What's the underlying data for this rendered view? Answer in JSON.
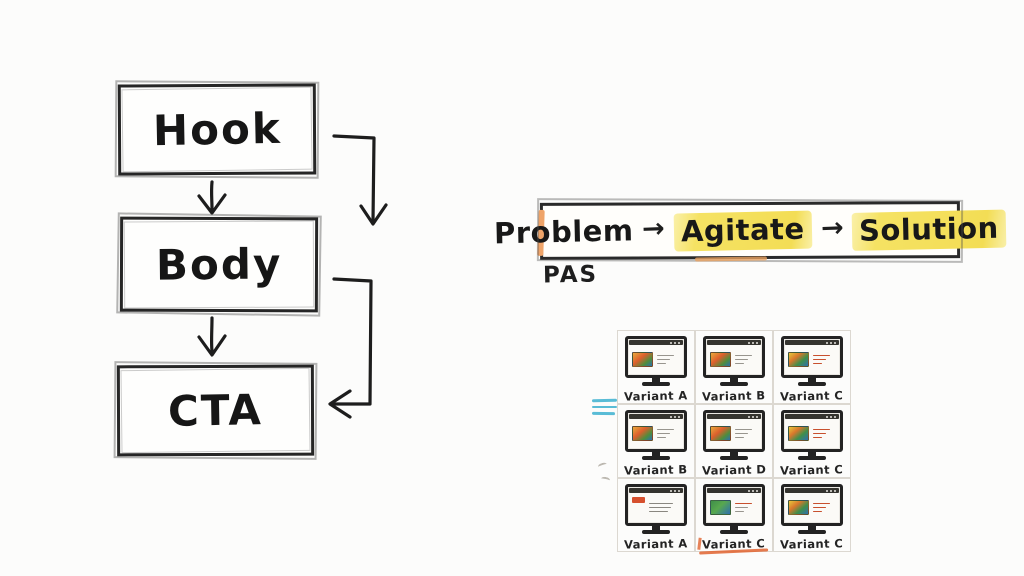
{
  "canvas": {
    "background": "#fcfcfb",
    "ink_color": "#1e1e1e"
  },
  "flowchart": {
    "boxes": [
      {
        "label": "Hook"
      },
      {
        "label": "Body"
      },
      {
        "label": "CTA"
      }
    ]
  },
  "pas_formula": {
    "caption": "PAS",
    "arrow_glyph": "→",
    "words": [
      {
        "text": "Problem",
        "highlighted": false
      },
      {
        "text": "Agitate",
        "highlighted": true
      },
      {
        "text": "Solution",
        "highlighted": true
      }
    ],
    "highlight_color": "#f5e263",
    "accent_color": "#efa469"
  },
  "variant_grid": {
    "emphasis_color": "#e0632f",
    "rows": [
      {
        "cells": [
          {
            "label": "Variant A"
          },
          {
            "label": "Variant B"
          },
          {
            "label": "Variant C"
          }
        ]
      },
      {
        "cells": [
          {
            "label": "Variant B"
          },
          {
            "label": "Variant D"
          },
          {
            "label": "Variant C"
          }
        ]
      },
      {
        "cells": [
          {
            "label": "Variant A"
          },
          {
            "label": "Variant C",
            "emphasized": true
          },
          {
            "label": "Variant C"
          }
        ]
      }
    ]
  }
}
